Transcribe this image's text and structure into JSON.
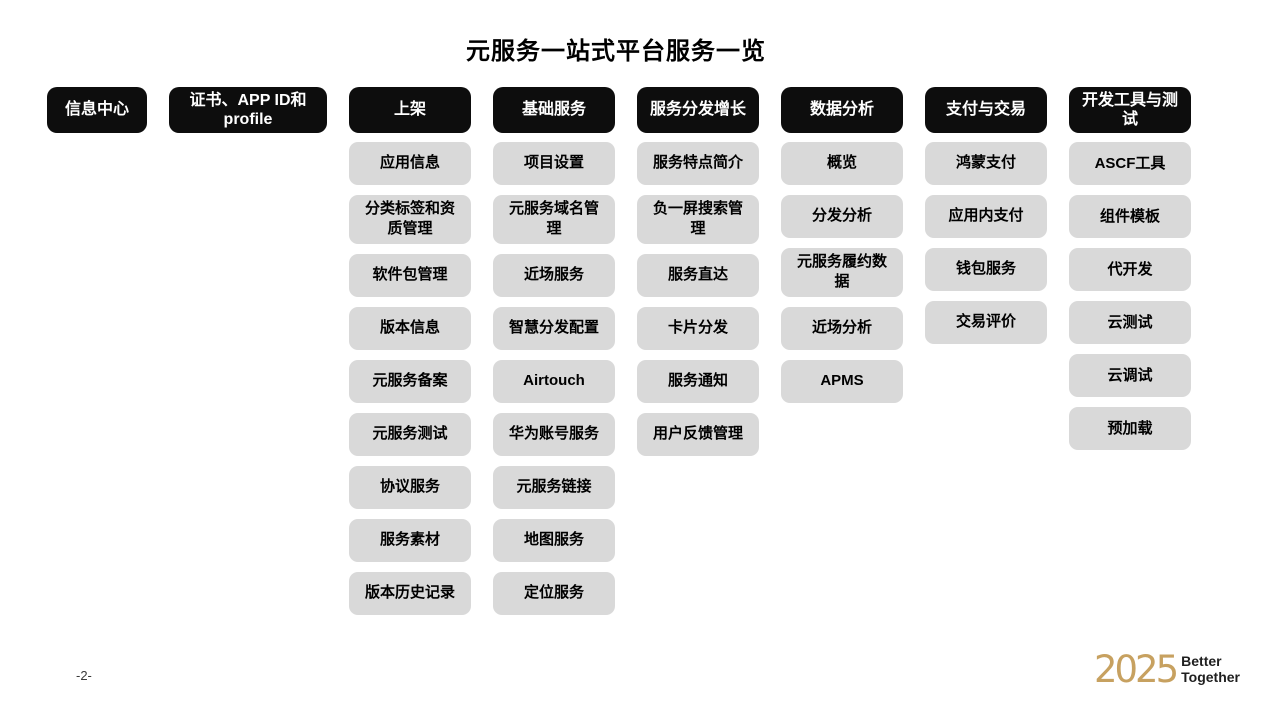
{
  "title": "元服务一站式平台服务一览",
  "colors": {
    "header_bg": "#0d0d0d",
    "header_text": "#ffffff",
    "item_bg": "#d9d9d9",
    "item_text": "#000000",
    "logo_gold": "#c7a160"
  },
  "columns": [
    {
      "header": "信息中心",
      "items": []
    },
    {
      "header": "证书、APP ID和profile",
      "items": []
    },
    {
      "header": "上架",
      "items": [
        "应用信息",
        "分类标签和资质管理",
        "软件包管理",
        "版本信息",
        "元服务备案",
        "元服务测试",
        "协议服务",
        "服务素材",
        "版本历史记录"
      ]
    },
    {
      "header": "基础服务",
      "items": [
        "项目设置",
        "元服务域名管理",
        "近场服务",
        "智慧分发配置",
        "Airtouch",
        "华为账号服务",
        "元服务链接",
        "地图服务",
        "定位服务"
      ]
    },
    {
      "header": "服务分发增长",
      "items": [
        "服务特点简介",
        "负一屏搜索管理",
        "服务直达",
        "卡片分发",
        "服务通知",
        "用户反馈管理"
      ]
    },
    {
      "header": "数据分析",
      "items": [
        "概览",
        "分发分析",
        "元服务履约数据",
        "近场分析",
        "APMS"
      ]
    },
    {
      "header": "支付与交易",
      "items": [
        "鸿蒙支付",
        "应用内支付",
        "钱包服务",
        "交易评价"
      ]
    },
    {
      "header": "开发工具与测试",
      "items": [
        "ASCF工具",
        "组件模板",
        "代开发",
        "云测试",
        "云调试",
        "预加载"
      ]
    }
  ],
  "footer": {
    "page_number": "-2-",
    "logo_year": "2025",
    "logo_line1": "Better",
    "logo_line2": "Together"
  }
}
